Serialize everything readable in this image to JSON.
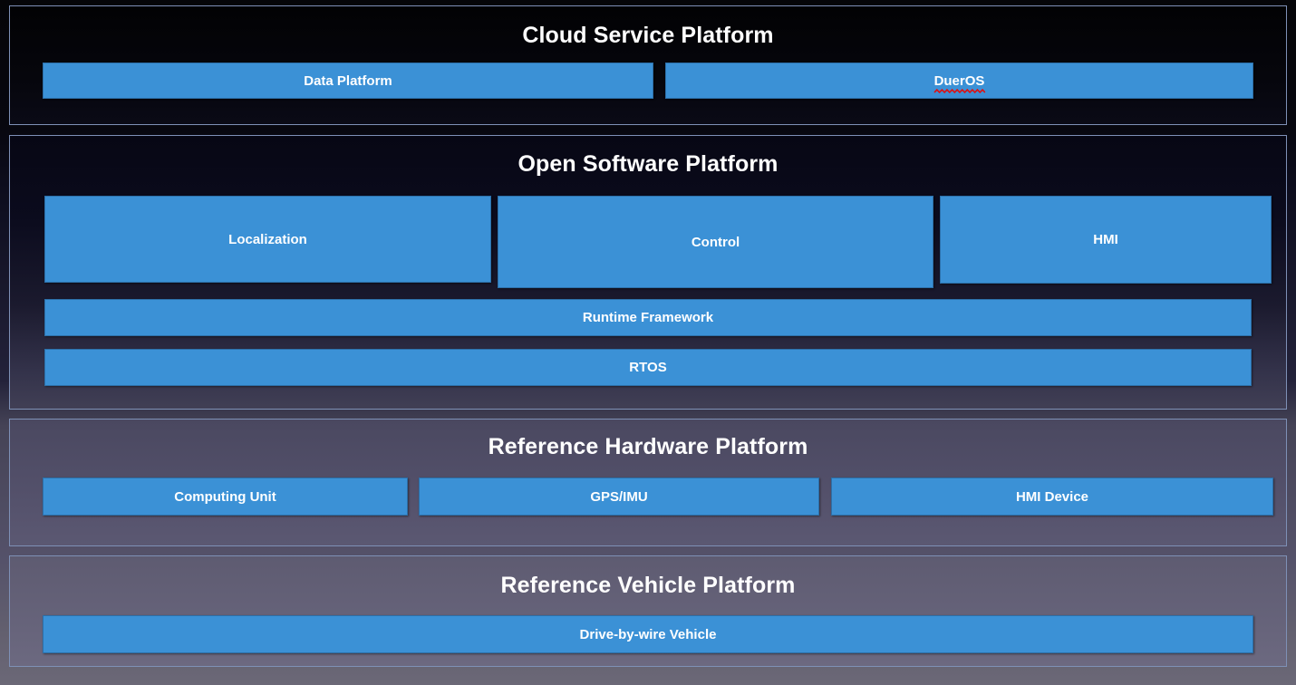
{
  "colors": {
    "block_blue": "#3b91d6",
    "block_border": "#2c6fa8",
    "panel_border": "#7e90b6",
    "title_text": "#ffffff",
    "spellcheck_underline": "#e01010"
  },
  "panels": [
    {
      "id": "cloud-service-platform",
      "title": "Cloud Service Platform",
      "blocks": [
        {
          "label": "Data Platform",
          "spellcheck_error": false
        },
        {
          "label": "DuerOS",
          "spellcheck_error": true
        }
      ]
    },
    {
      "id": "open-software-platform",
      "title": "Open Software Platform",
      "blocks_row1": [
        {
          "label": "Localization"
        },
        {
          "label": "Control"
        },
        {
          "label": "HMI"
        }
      ],
      "blocks_row2": [
        {
          "label": "Runtime Framework"
        }
      ],
      "blocks_row3": [
        {
          "label": "RTOS"
        }
      ]
    },
    {
      "id": "reference-hardware-platform",
      "title": "Reference Hardware Platform",
      "blocks": [
        {
          "label": "Computing Unit"
        },
        {
          "label": "GPS/IMU"
        },
        {
          "label": "HMI Device"
        }
      ]
    },
    {
      "id": "reference-vehicle-platform",
      "title": "Reference Vehicle Platform",
      "blocks": [
        {
          "label": "Drive-by-wire Vehicle"
        }
      ]
    }
  ]
}
